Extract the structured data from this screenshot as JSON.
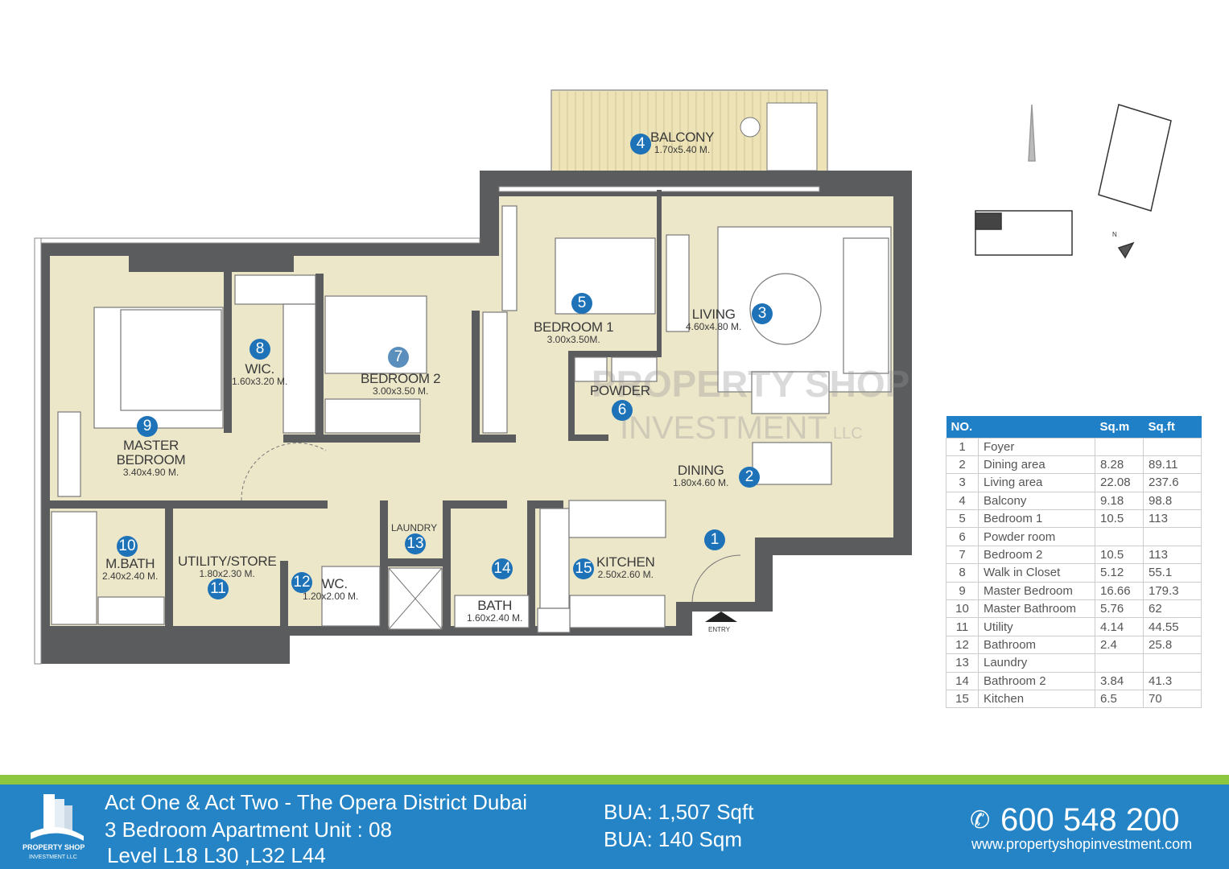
{
  "rooms": [
    {
      "no": "1"
    },
    {
      "no": "2",
      "name": "DINING",
      "dim": "1.80x4.60 M."
    },
    {
      "no": "3",
      "name": "LIVING",
      "dim": "4.60x4.80 M."
    },
    {
      "no": "4",
      "name": "BALCONY",
      "dim": "1.70x5.40 M."
    },
    {
      "no": "5",
      "name": "BEDROOM 1",
      "dim": "3.00x3.50M."
    },
    {
      "no": "6",
      "name": "POWDER"
    },
    {
      "no": "7",
      "name": "BEDROOM 2",
      "dim": "3.00x3.50 M."
    },
    {
      "no": "8",
      "name": "WIC.",
      "dim": "1.60x3.20 M."
    },
    {
      "no": "9",
      "name": "MASTER BEDROOM",
      "dim": "3.40x4.90 M."
    },
    {
      "no": "10",
      "name": "M.BATH",
      "dim": "2.40x2.40 M."
    },
    {
      "no": "11",
      "name": "UTILITY/STORE",
      "dim": "1.80x2.30 M."
    },
    {
      "no": "12",
      "name": "WC.",
      "dim": "1.20x2.00 M."
    },
    {
      "no": "13",
      "name": "LAUNDRY"
    },
    {
      "no": "14"
    },
    {
      "no": "15",
      "name": "KITCHEN",
      "dim": "2.50x2.60 M."
    },
    {
      "name": "BATH",
      "dim": "1.60x2.40 M."
    }
  ],
  "entry_label": "ENTRY",
  "north_label": "N",
  "watermark": {
    "line1": "PROPERTY SHOP",
    "line2": "INVESTMENT",
    "llc": "LLC"
  },
  "table": {
    "headers": [
      "NO.",
      "",
      "Sq.m",
      "Sq.ft"
    ],
    "rows": [
      [
        "1",
        "Foyer",
        "",
        ""
      ],
      [
        "2",
        "Dining area",
        "8.28",
        "89.11"
      ],
      [
        "3",
        "Living area",
        "22.08",
        "237.6"
      ],
      [
        "4",
        "Balcony",
        "9.18",
        "98.8"
      ],
      [
        "5",
        "Bedroom 1",
        "10.5",
        "113"
      ],
      [
        "6",
        "Powder room",
        "",
        ""
      ],
      [
        "7",
        "Bedroom 2",
        "10.5",
        "113"
      ],
      [
        "8",
        "Walk in Closet",
        "5.12",
        "55.1"
      ],
      [
        "9",
        "Master Bedroom",
        "16.66",
        "179.3"
      ],
      [
        "10",
        "Master Bathroom",
        "5.76",
        "62"
      ],
      [
        "11",
        "Utility",
        "4.14",
        "44.55"
      ],
      [
        "12",
        "Bathroom",
        "2.4",
        "25.8"
      ],
      [
        "13",
        "Laundry",
        "",
        ""
      ],
      [
        "14",
        "Bathroom 2",
        "3.84",
        "41.3"
      ],
      [
        "15",
        "Kitchen",
        "6.5",
        "70"
      ]
    ]
  },
  "footer": {
    "logo_line1": "PROPERTY SHOP",
    "logo_line2": "INVESTMENT LLC",
    "title": "Act One & Act Two - The Opera District Dubai",
    "unit": "3 Bedroom Apartment Unit : 08",
    "level": "Level  L18 L30 ,L32 L44",
    "bua_sqft": "BUA: 1,507 Sqft",
    "bua_sqm": "BUA: 140 Sqm",
    "phone": "600 548 200",
    "website": "www.propertyshopinvestment.com"
  },
  "colors": {
    "wall": "#5b5c5e",
    "floor": "#ede7c9",
    "marker": "#1d72b8",
    "footer": "#2484c6",
    "stripe": "#8dc63f"
  }
}
